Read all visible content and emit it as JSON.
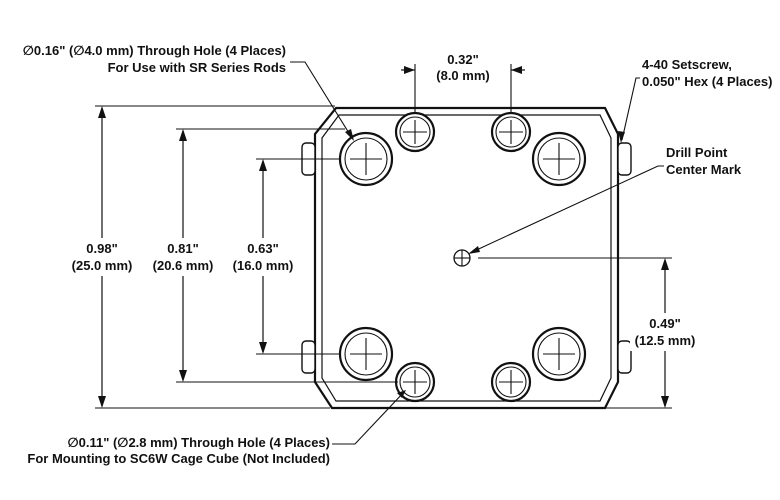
{
  "colors": {
    "line": "#111111",
    "background": "#ffffff"
  },
  "callouts": {
    "through_hole_016": {
      "line1": "∅0.16\" (∅4.0 mm) Through Hole (4 Places)",
      "line2": "For Use with SR Series Rods"
    },
    "through_hole_011": {
      "line1": "∅0.11\" (∅2.8 mm) Through Hole (4 Places)",
      "line2": "For Mounting to SC6W Cage Cube (Not Included)"
    },
    "setscrew": {
      "line1": "4-40 Setscrew,",
      "line2": "0.050\" Hex (4 Places)"
    },
    "drill_point": {
      "line1": "Drill Point",
      "line2": "Center Mark"
    }
  },
  "dimensions": {
    "hole_spacing": {
      "inch": "0.32\"",
      "mm": "(8.0 mm)"
    },
    "overall_height": {
      "inch": "0.98\"",
      "mm": "(25.0 mm)"
    },
    "outer_hole_span": {
      "inch": "0.81\"",
      "mm": "(20.6 mm)"
    },
    "inner_hole_span": {
      "inch": "0.63\"",
      "mm": "(16.0 mm)"
    },
    "center_offset": {
      "inch": "0.49\"",
      "mm": "(12.5 mm)"
    }
  }
}
